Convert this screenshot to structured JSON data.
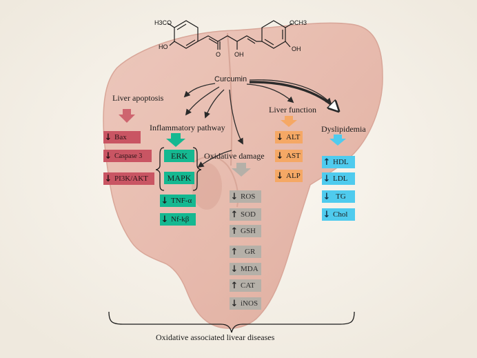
{
  "molecule": {
    "left_substituent": "H3CO",
    "right_substituent": "OCH3",
    "left_hydroxyl": "HO",
    "right_hydroxyl": "OH",
    "keto_oxygen": "O",
    "enol_hydroxyl": "OH"
  },
  "hub_label": "Curcumin",
  "pathways": {
    "apoptosis": {
      "title": "Liver apoptosis",
      "color": "#c95563",
      "items": [
        {
          "label": "Bax",
          "dir": "down"
        },
        {
          "label": "Caspase 3",
          "dir": "down"
        },
        {
          "label": "PI3K/AKT",
          "dir": "down"
        }
      ]
    },
    "inflammatory": {
      "title": "Inflammatory pathway",
      "color": "#15b891",
      "bracket_items": [
        "ERK",
        "MAPK"
      ],
      "items": [
        {
          "label": "TNF-α",
          "dir": "down"
        },
        {
          "label": "Nf-kβ",
          "dir": "down"
        }
      ]
    },
    "oxidative": {
      "title": "Oxidative damage",
      "color": "#b5b0a8",
      "items": [
        {
          "label": "ROS",
          "dir": "down"
        },
        {
          "label": "SOD",
          "dir": "up"
        },
        {
          "label": "GSH",
          "dir": "up"
        },
        {
          "label": "GR",
          "dir": "up"
        },
        {
          "label": "MDA",
          "dir": "down"
        },
        {
          "label": "CAT",
          "dir": "up"
        },
        {
          "label": "iNOS",
          "dir": "down"
        }
      ]
    },
    "liver_function": {
      "title": "Liver function",
      "color": "#f5a865",
      "items": [
        {
          "label": "ALT",
          "dir": "down"
        },
        {
          "label": "AST",
          "dir": "down"
        },
        {
          "label": "ALP",
          "dir": "down"
        }
      ]
    },
    "dyslipidemia": {
      "title": "Dyslipidemia",
      "color": "#4fcbee",
      "items": [
        {
          "label": "HDL",
          "dir": "up"
        },
        {
          "label": "LDL",
          "dir": "down"
        },
        {
          "label": "TG",
          "dir": "down"
        },
        {
          "label": "Chol",
          "dir": "down"
        }
      ]
    }
  },
  "footer_label": "Oxidative associated livear diseases",
  "colors": {
    "background": "#f6f3ec",
    "liver_fill": "#e6b7aa",
    "liver_edge": "#d69e90",
    "arrow_stroke": "#2a2a2a"
  }
}
